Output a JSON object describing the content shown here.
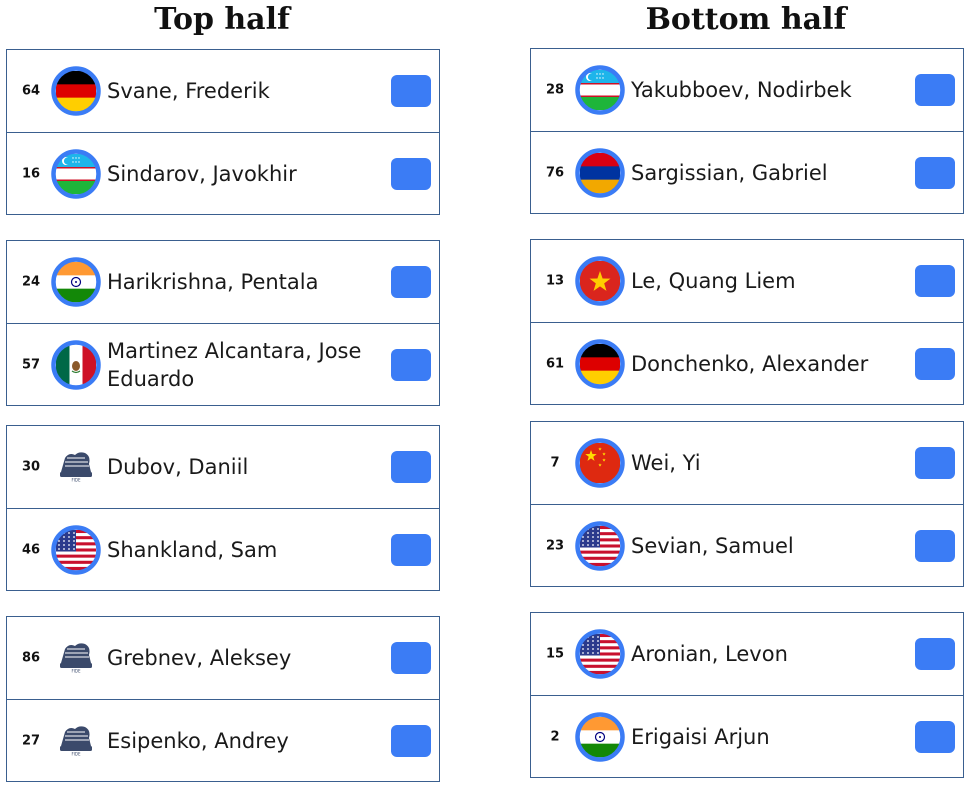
{
  "titles": {
    "left": "Top half",
    "right": "Bottom half"
  },
  "colors": {
    "accent": "#3b7cf5",
    "border": "#3a5f8f",
    "flag_ring": "#3b7cf5"
  },
  "left": [
    {
      "players": [
        {
          "seed": "64",
          "name": "Svane, Frederik",
          "flag": "germany"
        },
        {
          "seed": "16",
          "name": "Sindarov, Javokhir",
          "flag": "uzbekistan"
        }
      ]
    },
    {
      "players": [
        {
          "seed": "24",
          "name": "Harikrishna, Pentala",
          "flag": "india"
        },
        {
          "seed": "57",
          "name": "Martinez Alcantara, Jose Eduardo",
          "flag": "mexico"
        }
      ]
    },
    {
      "players": [
        {
          "seed": "30",
          "name": "Dubov, Daniil",
          "flag": "fide"
        },
        {
          "seed": "46",
          "name": "Shankland, Sam",
          "flag": "usa"
        }
      ]
    },
    {
      "players": [
        {
          "seed": "86",
          "name": "Grebnev, Aleksey",
          "flag": "fide"
        },
        {
          "seed": "27",
          "name": "Esipenko, Andrey",
          "flag": "fide"
        }
      ]
    }
  ],
  "right": [
    {
      "players": [
        {
          "seed": "28",
          "name": "Yakubboev, Nodirbek",
          "flag": "uzbekistan"
        },
        {
          "seed": "76",
          "name": "Sargissian, Gabriel",
          "flag": "armenia"
        }
      ]
    },
    {
      "players": [
        {
          "seed": "13",
          "name": "Le, Quang Liem",
          "flag": "vietnam"
        },
        {
          "seed": "61",
          "name": "Donchenko, Alexander",
          "flag": "germany"
        }
      ]
    },
    {
      "players": [
        {
          "seed": "7",
          "name": "Wei, Yi",
          "flag": "china"
        },
        {
          "seed": "23",
          "name": "Sevian, Samuel",
          "flag": "usa"
        }
      ]
    },
    {
      "players": [
        {
          "seed": "15",
          "name": "Aronian, Levon",
          "flag": "usa"
        },
        {
          "seed": "2",
          "name": "Erigaisi Arjun",
          "flag": "india"
        }
      ]
    }
  ]
}
